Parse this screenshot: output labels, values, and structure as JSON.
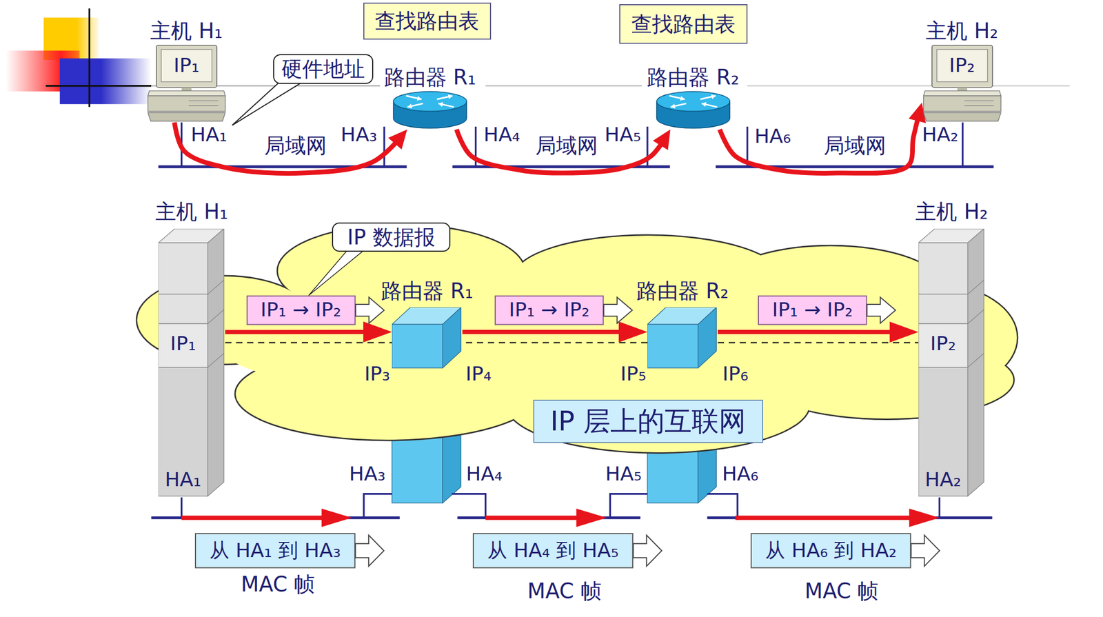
{
  "diagram": {
    "nodes": [
      {
        "text": [
          "主机 H₁",
          "IP₁"
        ]
      },
      {
        "text": [
          "查找路由表"
        ]
      },
      {
        "text": [
          "查找路由表"
        ]
      },
      {
        "text": [
          "主机 H₂",
          "IP₂"
        ]
      },
      {
        "text": [
          "硬件地址"
        ]
      },
      {
        "text": [
          "路由器 R₁"
        ]
      },
      {
        "text": [
          "路由器 R₂"
        ]
      },
      {
        "text": [
          "主机 H₁",
          "IP₁",
          "HA₁"
        ]
      },
      {
        "text": [
          "主机 H₂",
          "IP₂",
          "HA₂"
        ]
      },
      {
        "text": [
          "IP 数据报"
        ]
      },
      {
        "text": [
          "路由器 R₁"
        ]
      },
      {
        "text": [
          "路由器 R₂"
        ]
      },
      {
        "text": [
          "IP₁ → IP₂"
        ]
      },
      {
        "text": [
          "IP₁ → IP₂"
        ]
      },
      {
        "text": [
          "IP₁ → IP₂"
        ]
      },
      {
        "text": [
          "IP 层上的互联网"
        ]
      },
      {
        "text": [
          "从 HA₁ 到 HA₃"
        ]
      },
      {
        "text": [
          "从 HA₄ 到 HA₅"
        ]
      },
      {
        "text": [
          "从 HA₆ 到 HA₂"
        ]
      }
    ],
    "edges": [
      {
        "from": 0,
        "to": 5,
        "arrow": "to"
      },
      {
        "from": 5,
        "to": 6,
        "arrow": "to"
      },
      {
        "from": 6,
        "to": 3,
        "arrow": "to"
      },
      {
        "from": 7,
        "to": 10,
        "arrow": "to"
      },
      {
        "from": 10,
        "to": 11,
        "arrow": "to"
      },
      {
        "from": 11,
        "to": 8,
        "arrow": "to"
      },
      {
        "from": 7,
        "to": 8,
        "arrow": "none"
      },
      {
        "from": 9,
        "to": 12,
        "arrow": "none"
      }
    ],
    "labels": [
      "HA₁",
      "局域网",
      "HA₃",
      "HA₄",
      "局域网",
      "HA₅",
      "HA₆",
      "局域网",
      "HA₂",
      "IP₃",
      "IP₄",
      "IP₅",
      "IP₆",
      "HA₃",
      "HA₄",
      "HA₅",
      "HA₆",
      "MAC 帧",
      "MAC 帧",
      "MAC 帧"
    ]
  }
}
